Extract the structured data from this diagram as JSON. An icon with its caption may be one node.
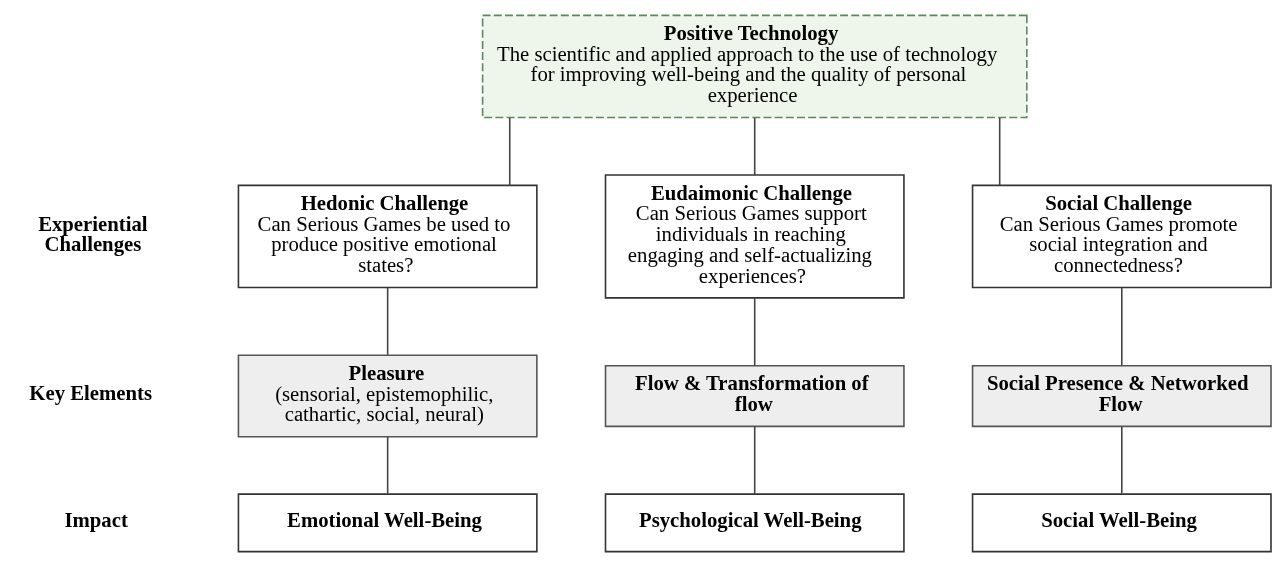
{
  "diagram": {
    "nodes": [
      {
        "text": [
          "Positive Technology",
          "The scientific and applied approach to the use of technology for improving well-being and the quality of personal experience"
        ]
      },
      {
        "text": [
          "Hedonic Challenge",
          "Can Serious Games be used to produce positive emotional states?"
        ]
      },
      {
        "text": [
          "Eudaimonic Challenge",
          "Can Serious Games support individuals in reaching engaging and self-actualizing experiences?"
        ]
      },
      {
        "text": [
          "Social Challenge",
          "Can Serious Games promote social integration and connectedness?"
        ]
      },
      {
        "text": [
          "Pleasure",
          "(sensorial, epistemophilic, cathartic, social, neural)"
        ]
      },
      {
        "text": [
          "Flow & Transformation of flow"
        ]
      },
      {
        "text": [
          "Social Presence & Networked Flow"
        ]
      },
      {
        "text": [
          "Emotional Well-Being"
        ]
      },
      {
        "text": [
          "Psychological Well-Being"
        ]
      },
      {
        "text": [
          "Social Well-Being"
        ]
      }
    ],
    "edges": [
      {
        "from": 0,
        "to": 1,
        "arrow": "none"
      },
      {
        "from": 0,
        "to": 2,
        "arrow": "none"
      },
      {
        "from": 0,
        "to": 3,
        "arrow": "none"
      },
      {
        "from": 1,
        "to": 4,
        "arrow": "none"
      },
      {
        "from": 2,
        "to": 5,
        "arrow": "none"
      },
      {
        "from": 3,
        "to": 6,
        "arrow": "none"
      },
      {
        "from": 4,
        "to": 7,
        "arrow": "none"
      },
      {
        "from": 5,
        "to": 8,
        "arrow": "none"
      },
      {
        "from": 6,
        "to": 9,
        "arrow": "none"
      }
    ],
    "labels": [
      "Experiential Challenges",
      "Key Elements",
      "Impact"
    ]
  }
}
